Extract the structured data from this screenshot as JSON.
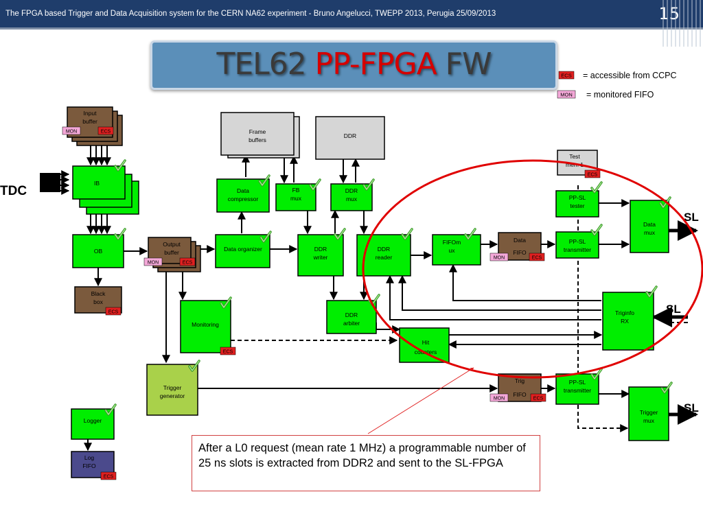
{
  "header": {
    "text": "The FPGA based Trigger and Data Acquisition system for the CERN NA62 experiment - Bruno Angelucci, TWEPP 2013, Perugia 25/09/2013",
    "slide_number": "15"
  },
  "title": {
    "part1": "TEL62 ",
    "part2": "PP-FPGA",
    "part3": " FW"
  },
  "legend": {
    "ecs_tag": "ECS",
    "ecs_text": "= accessible from CCPC",
    "mon_tag": "MON",
    "mon_text": "= monitored FIFO"
  },
  "tags": {
    "ecs": "ECS",
    "mon": "MON"
  },
  "blocks": {
    "input_buffer": [
      "Input",
      "buffer"
    ],
    "ib": "IB",
    "ob": "OB",
    "black_box": [
      "Black",
      "box"
    ],
    "output_buffer": [
      "Output",
      "buffer"
    ],
    "monitoring": "Monitoring",
    "trigger_generator": [
      "Trigger",
      "generator"
    ],
    "logger": "Logger",
    "log_fifo": [
      "Log",
      "FIFO"
    ],
    "frame_buffers": [
      "Frame",
      "buffers"
    ],
    "ddr": "DDR",
    "data_compressor": [
      "Data",
      "compressor"
    ],
    "fb_mux": [
      "FB",
      "mux"
    ],
    "ddr_mux": [
      "DDR",
      "mux"
    ],
    "data_organizer": "Data organizer",
    "ddr_writer": [
      "DDR",
      "writer"
    ],
    "ddr_reader": [
      "DDR",
      "reader"
    ],
    "ddr_arbiter": [
      "DDR",
      "arbiter"
    ],
    "fifomux": [
      "FIFOm",
      "ux"
    ],
    "data_fifo": [
      "Data",
      "FIFO"
    ],
    "test_mem": [
      "Test",
      "mem 1"
    ],
    "pp_sl_tester": [
      "PP-SL",
      "tester"
    ],
    "pp_sl_transmitter": [
      "PP-SL",
      "transmitter"
    ],
    "data_mux": [
      "Data",
      "mux"
    ],
    "triginfo_rx": [
      "Triginfo",
      "RX"
    ],
    "hit_counters": [
      "Hit",
      "counters"
    ],
    "trig_fifo": [
      "Trig",
      "FIFO"
    ],
    "pp_sl_transmitter2": [
      "PP-SL",
      "transmitter"
    ],
    "trigger_mux": [
      "Trigger",
      "mux"
    ]
  },
  "labels": {
    "tdc": "TDC",
    "sl": "SL"
  },
  "note": "After a L0 request (mean rate 1 MHz) a programmable number of 25 ns slots is extracted from DDR2 and sent to the SL-FPGA",
  "colors": {
    "green": "#00ee00",
    "brown": "#7b5a3d",
    "gray": "#d6d6d6",
    "olive": "#a9d14a",
    "navy": "#4b4a8c",
    "ecs": "#e02020",
    "mon": "#f4a8d8",
    "ellipse": "#e00000"
  }
}
